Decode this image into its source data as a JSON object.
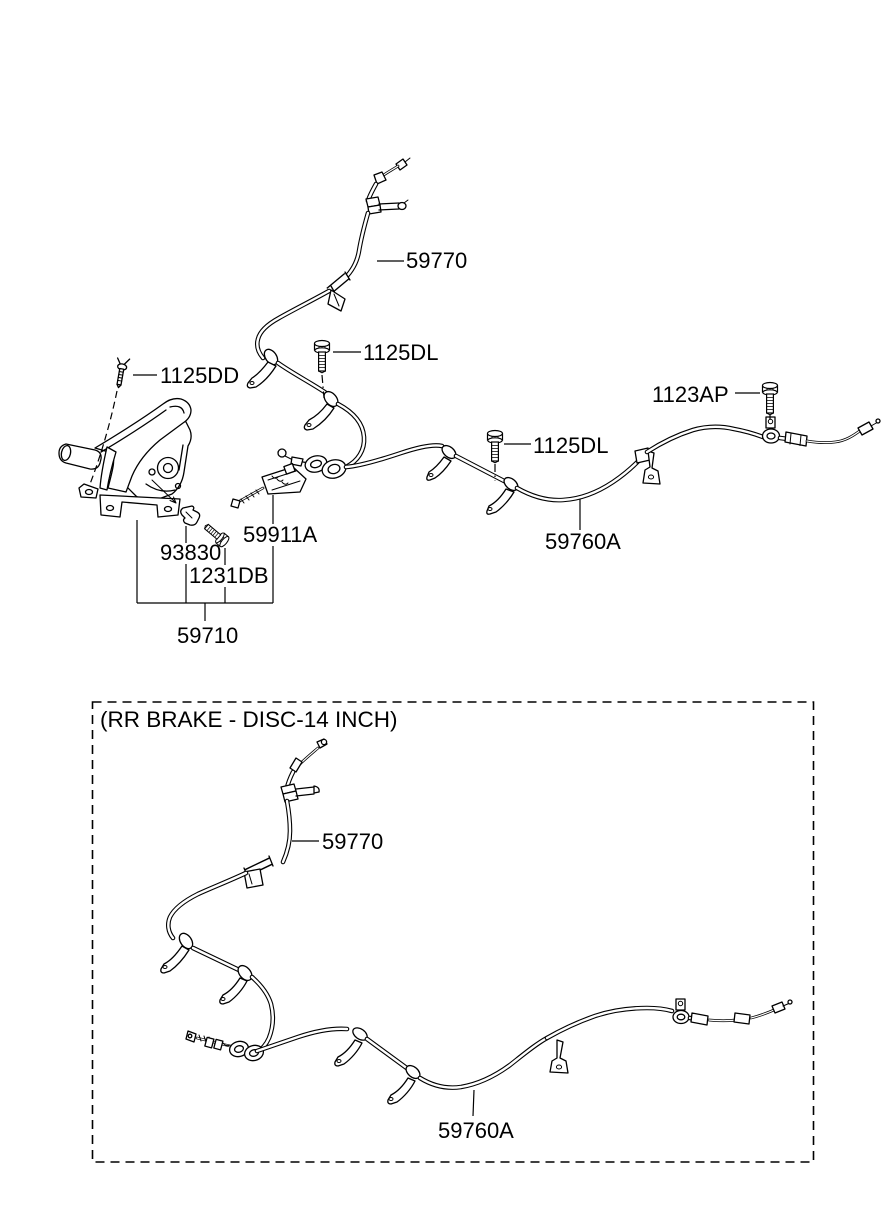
{
  "colors": {
    "line": "#000000",
    "background": "#ffffff"
  },
  "main_view": {
    "labels": {
      "cable_rear_lh": "59770",
      "bolt_cable_upper": "1125DL",
      "screw_lever": "1125DD",
      "bolt_right": "1123AP",
      "bolt_cable_mid": "1125DL",
      "cable_rear_rh": "59760A",
      "clip": "93830",
      "bolt_lever": "1231DB",
      "front_cable_rod": "59911A",
      "lever_assembly": "59710"
    }
  },
  "inset_view": {
    "title": "(RR BRAKE - DISC-14 INCH)",
    "labels": {
      "cable_rear_lh": "59770",
      "cable_rear_rh": "59760A"
    }
  }
}
